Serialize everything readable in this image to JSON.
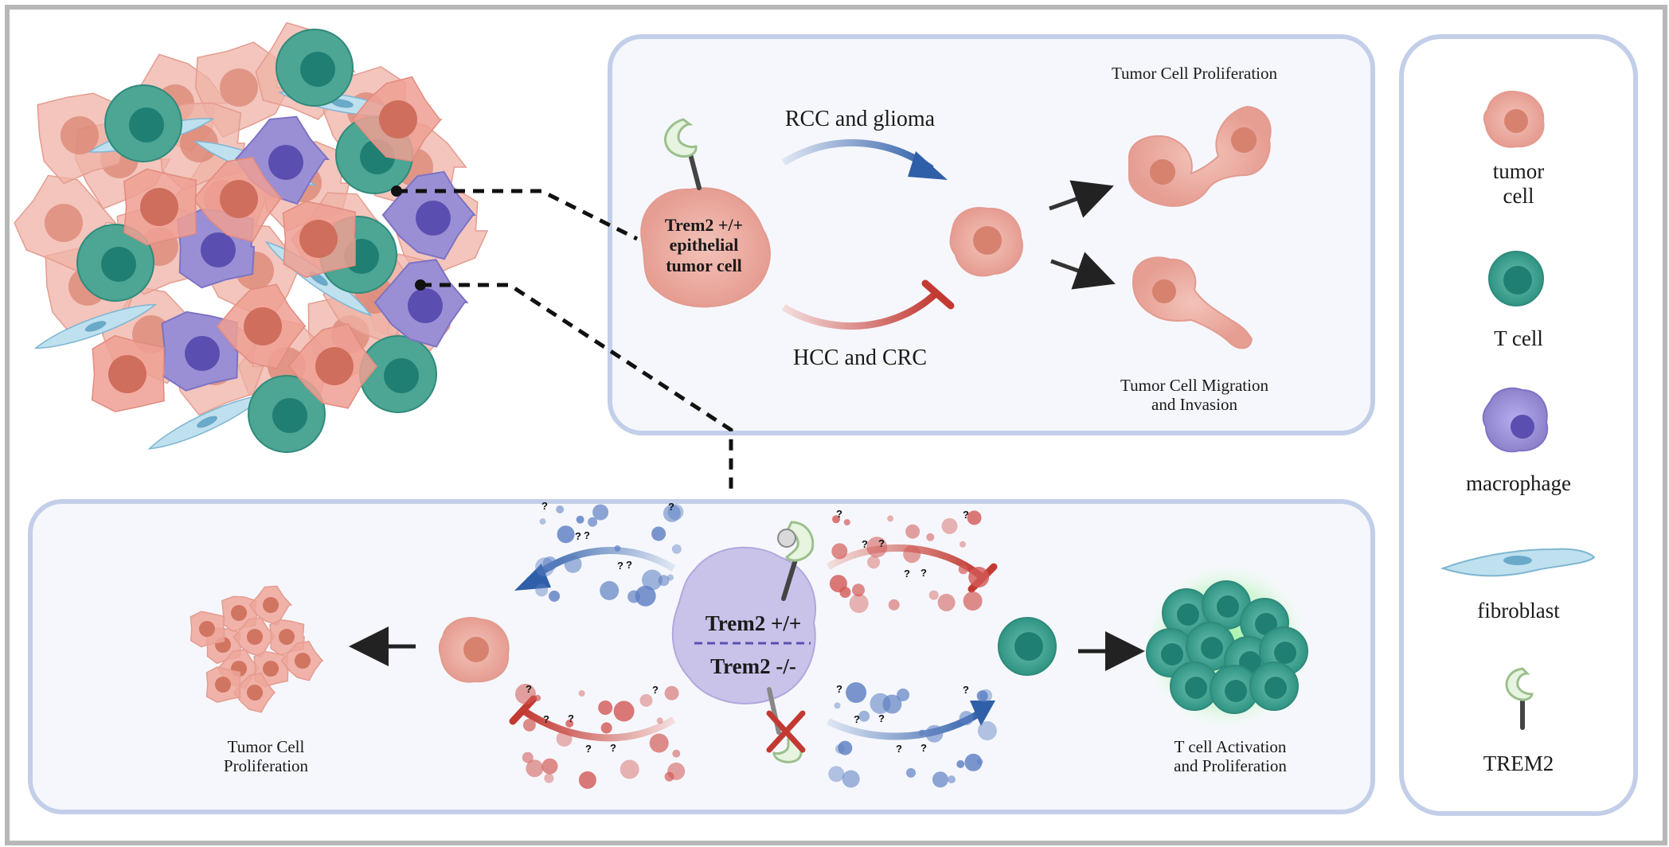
{
  "top_panel": {
    "trem2_cell_label": "Trem2 +/+\nepithelial\ntumor cell",
    "arrow_promote_label": "RCC and glioma",
    "arrow_inhibit_label": "HCC and CRC",
    "outcome_proliferation": "Tumor Cell Proliferation",
    "outcome_migration": "Tumor Cell Migration\nand Invasion"
  },
  "bottom_panel": {
    "macrophage_top_label": "Trem2 +/+",
    "macrophage_bottom_label": "Trem2 -/-",
    "unknown_factor_mark": "?",
    "left_outcome": "Tumor Cell\nProliferation",
    "right_outcome": "T cell Activation\nand Proliferation"
  },
  "legend": {
    "items": [
      {
        "label": "tumor\ncell",
        "icon": "tumor-cell-icon"
      },
      {
        "label": "T cell",
        "icon": "t-cell-icon"
      },
      {
        "label": "macrophage",
        "icon": "macrophage-icon"
      },
      {
        "label": "fibroblast",
        "icon": "fibroblast-icon"
      },
      {
        "label": "TREM2",
        "icon": "trem2-receptor-icon"
      }
    ]
  },
  "colors": {
    "tumor": "#e8a49a",
    "tumor_nucleus": "#d0705f",
    "tcell": "#5fae9f",
    "tcell_nucleus": "#1f7f72",
    "macrophage": "#9a8fd4",
    "macrophage_nucleus": "#5a4fb0",
    "fibroblast": "#a9d6ea",
    "promote_arrow": "#2f5fa8",
    "inhibit_arrow": "#c23a32",
    "panel_border": "#c3cfe9",
    "panel_fill": "#f6f7fc",
    "trem2": "#d8ecd0"
  }
}
